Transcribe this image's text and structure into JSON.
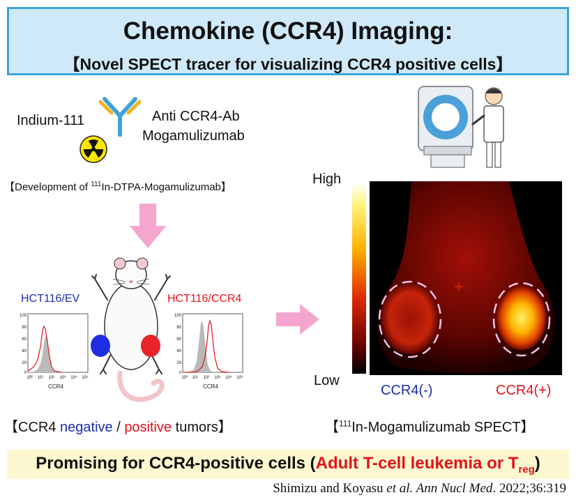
{
  "header": {
    "title": "Chemokine (CCR4) Imaging:",
    "subtitle": "【Novel SPECT tracer for visualizing CCR4 positive cells】"
  },
  "tracer": {
    "isotope_label": "Indium-111",
    "antibody_line1": "Anti CCR4-Ab",
    "antibody_line2": "Mogamulizumab",
    "development_prefix": "【Development of ",
    "development_sup": "111",
    "development_suffix": "In-DTPA-Mogamulizumab】"
  },
  "flow_cytometry": {
    "left_title": "HCT116/EV",
    "right_title": "HCT116/CCR4",
    "x_label": "CCR4",
    "y_ticks": [
      "100",
      "80",
      "60",
      "40",
      "20",
      "0"
    ],
    "x_ticks": [
      "10⁰",
      "10¹",
      "10²",
      "10³",
      "10⁴",
      "10⁵"
    ]
  },
  "tumors_caption": {
    "prefix": "【CCR4 ",
    "negative": "negative",
    "sep": " / ",
    "positive": "positive",
    "suffix": " tumors】"
  },
  "spect": {
    "scale_high": "High",
    "scale_low": "Low",
    "left_label": "CCR4(-)",
    "right_label": "CCR4(+)",
    "caption_prefix": "【",
    "caption_sup": "111",
    "caption_suffix": "In-Mogamulizumab SPECT】"
  },
  "conclusion": {
    "prefix": "Promising for CCR4-positive cells (",
    "highlight": "Adult T-cell leukemia or T",
    "highlight_sub": "reg",
    "suffix": ")"
  },
  "citation": {
    "authors": "Shimizu  and Koyasu ",
    "etal": "et al. Ann Nucl Med",
    "rest": ". 2022;36:319"
  },
  "colors": {
    "negative": "#1c2fa8",
    "positive": "#e0131b",
    "title_bg": "#cfe9f8",
    "title_border": "#3fa3d8",
    "arrow": "#f4a6cf",
    "conclusion_bg": "#fcf8cf"
  }
}
